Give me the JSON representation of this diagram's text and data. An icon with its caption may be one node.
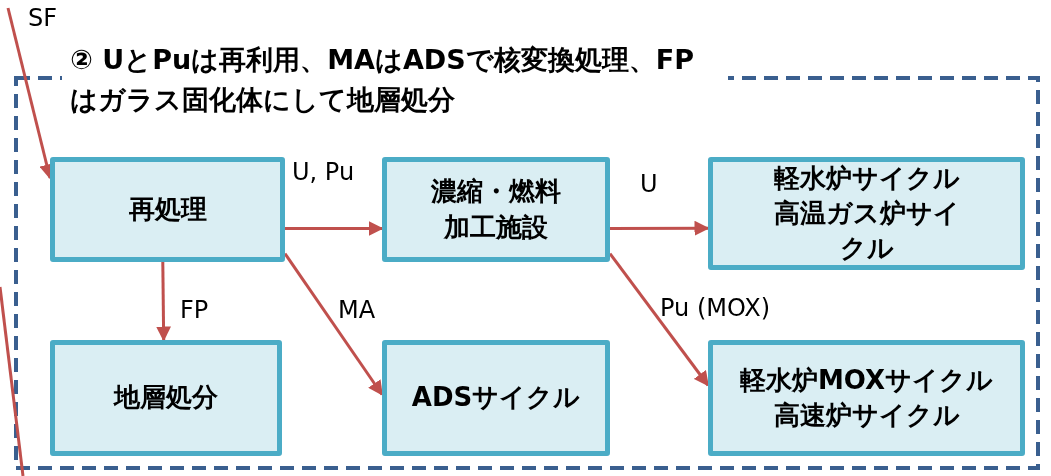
{
  "diagram": {
    "nodes": [
      {
        "text": [
          "② UとPuは再利用、MAはADSで核変換処理、FPはガラス固化体にして地層処分"
        ]
      },
      {
        "text": [
          "再処理"
        ],
        "in": 0
      },
      {
        "text": [
          "濃縮・燃料加工施設"
        ],
        "in": 0
      },
      {
        "text": [
          "軽水炉サイクル高温ガス炉サイクル"
        ],
        "in": 0
      },
      {
        "text": [
          "地層処分"
        ],
        "in": 0
      },
      {
        "text": [
          "ADSサイクル"
        ],
        "in": 0
      },
      {
        "text": [
          "軽水炉MOXサイクル高速炉サイクル"
        ],
        "in": 0
      }
    ],
    "edges": [
      {
        "from": null,
        "to": 1,
        "arrow": "to",
        "label": "SF"
      },
      {
        "from": 1,
        "to": 2,
        "arrow": "to",
        "label": "U, Pu"
      },
      {
        "from": 2,
        "to": 3,
        "arrow": "to",
        "label": "U"
      },
      {
        "from": 1,
        "to": 4,
        "arrow": "to",
        "label": "FP"
      },
      {
        "from": 1,
        "to": 5,
        "arrow": "to",
        "label": "MA"
      },
      {
        "from": 2,
        "to": 6,
        "arrow": "to",
        "label": "Pu (MOX)"
      }
    ]
  }
}
